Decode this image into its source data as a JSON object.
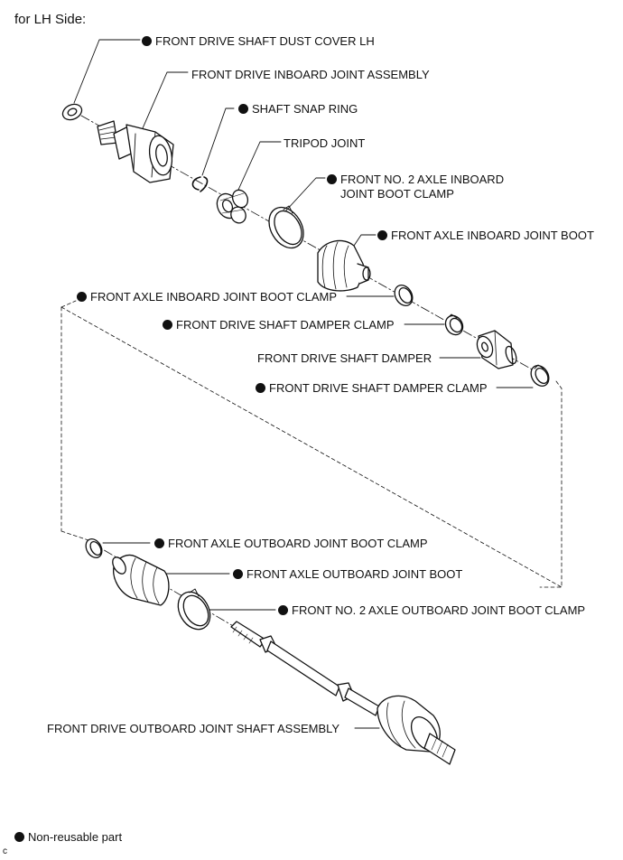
{
  "title": "for LH Side:",
  "legend": {
    "text": "Non-reusable part"
  },
  "illustration_code": "c",
  "labels": {
    "dust_cover": "FRONT DRIVE SHAFT DUST COVER LH",
    "inboard_joint": "FRONT DRIVE INBOARD JOINT ASSEMBLY",
    "snap_ring": "SHAFT SNAP RING",
    "tripod": "TRIPOD JOINT",
    "no2_inboard_clamp_line1": "FRONT NO. 2 AXLE INBOARD",
    "no2_inboard_clamp_line2": "JOINT BOOT CLAMP",
    "inboard_boot": "FRONT AXLE INBOARD JOINT BOOT",
    "inboard_boot_clamp": "FRONT AXLE INBOARD JOINT BOOT CLAMP",
    "damper_clamp_1": "FRONT DRIVE SHAFT DAMPER CLAMP",
    "damper": "FRONT DRIVE SHAFT DAMPER",
    "damper_clamp_2": "FRONT DRIVE SHAFT DAMPER CLAMP",
    "outboard_boot_clamp": "FRONT AXLE OUTBOARD JOINT BOOT CLAMP",
    "outboard_boot": "FRONT AXLE OUTBOARD JOINT BOOT",
    "no2_outboard_clamp": "FRONT NO. 2 AXLE OUTBOARD JOINT BOOT CLAMP",
    "outboard_shaft": "FRONT DRIVE OUTBOARD JOINT SHAFT ASSEMBLY"
  }
}
